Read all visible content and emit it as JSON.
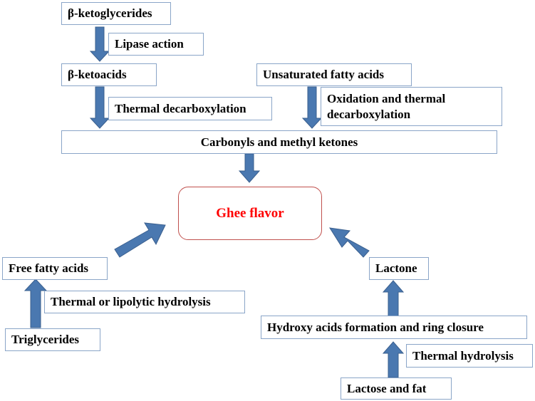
{
  "nodes": {
    "beta_ketoglycerides": "β-ketoglycerides",
    "lipase_action": "Lipase action",
    "beta_ketoacids": "β-ketoacids",
    "thermal_decarboxylation": "Thermal decarboxylation",
    "unsaturated_fatty_acids": "Unsaturated fatty acids",
    "oxidation_line1": "Oxidation and thermal",
    "oxidation_line2": "decarboxylation",
    "carbonyls": "Carbonyls and methyl ketones",
    "ghee_flavor": "Ghee flavor",
    "free_fatty_acids": "Free fatty acids",
    "thermal_lipolytic": "Thermal or lipolytic hydrolysis",
    "triglycerides": "Triglycerides",
    "lactone": "Lactone",
    "hydroxy_acids": "Hydroxy acids formation and ring closure",
    "thermal_hydrolysis": "Thermal hydrolysis",
    "lactose_fat": "Lactose and fat"
  },
  "colors": {
    "arrow": "#4a78b0",
    "box_border": "#8aa5c8",
    "goal_border": "#c0504d",
    "goal_text": "#ff0000"
  }
}
